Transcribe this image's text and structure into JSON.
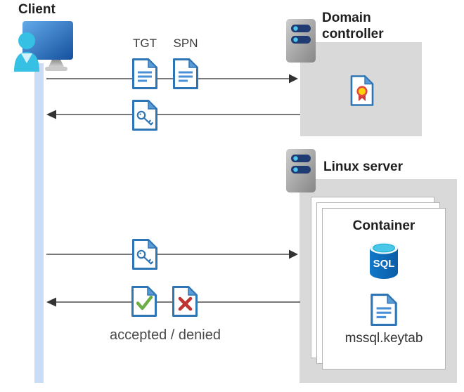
{
  "client": {
    "label": "Client"
  },
  "domain_controller": {
    "label": "Domain controller"
  },
  "linux_server": {
    "label": "Linux server"
  },
  "container": {
    "label": "Container",
    "sql_badge": "SQL",
    "keytab_label": "mssql.keytab"
  },
  "flows": {
    "request_labels": {
      "tgt": "TGT",
      "spn": "SPN"
    },
    "response_label": "accepted / denied"
  },
  "icons": {
    "client": "client-workstation-icon",
    "server": "server-icon",
    "ticket": "document-icon",
    "key_ticket": "key-document-icon",
    "certificate": "certificate-icon",
    "accepted": "check-document-icon",
    "denied": "cross-document-icon",
    "sql": "sql-database-icon",
    "keytab": "keytab-document-icon"
  },
  "colors": {
    "doc_border_blue": "#2e75b6",
    "doc_fold_blue": "#5b9bd5",
    "box_gray": "#d9d9d9",
    "arrow_gray": "#4d4d4d",
    "timeline_blue": "#c9def6",
    "check_green": "#6cae45",
    "cross_red": "#bf3430",
    "person_cyan": "#36c0e3",
    "sql_blue": "#0e6cb8"
  }
}
